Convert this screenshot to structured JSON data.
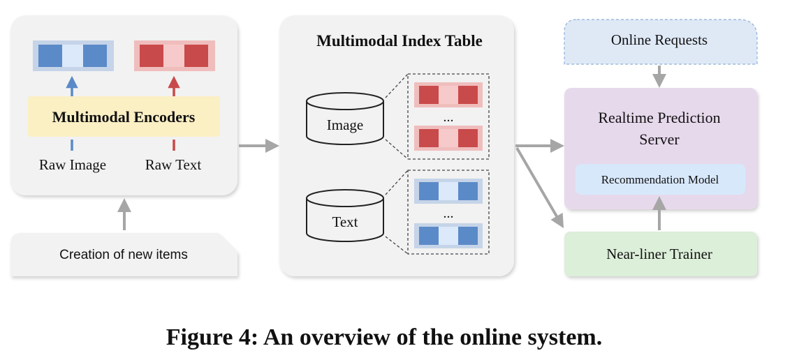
{
  "encoder_panel": {
    "title": "Multimodal Encoders",
    "input_image_label": "Raw Image",
    "input_text_label": "Raw Text"
  },
  "creation_box": {
    "label": "Creation of new items"
  },
  "index_table": {
    "title": "Multimodal Index Table",
    "image_store_label": "Image",
    "text_store_label": "Text",
    "image_ellipsis": "...",
    "text_ellipsis": "..."
  },
  "online_requests": {
    "label": "Online Requests"
  },
  "prediction_server": {
    "title_line1": "Realtime Prediction",
    "title_line2": "Server",
    "model_label": "Recommendation Model"
  },
  "trainer": {
    "label": "Near-liner Trainer"
  },
  "caption": {
    "text": "Figure 4: An overview of the online system."
  },
  "colors": {
    "image_vector_dark": "#5b8ac8",
    "image_vector_light": "#dbe9fb",
    "image_vector_frame": "#c5d4e8",
    "text_vector_dark": "#c94a4a",
    "text_vector_light": "#f6caca",
    "text_vector_frame": "#f0bdbd",
    "encoder_fill": "#fbefc4",
    "requests_fill": "#dfe9f6",
    "server_fill": "#e7d9ec",
    "model_fill": "#d8e8fb",
    "trainer_fill": "#dcefd9",
    "panel_fill": "#f2f2f2",
    "arrow_gray": "#a6a6a6"
  }
}
